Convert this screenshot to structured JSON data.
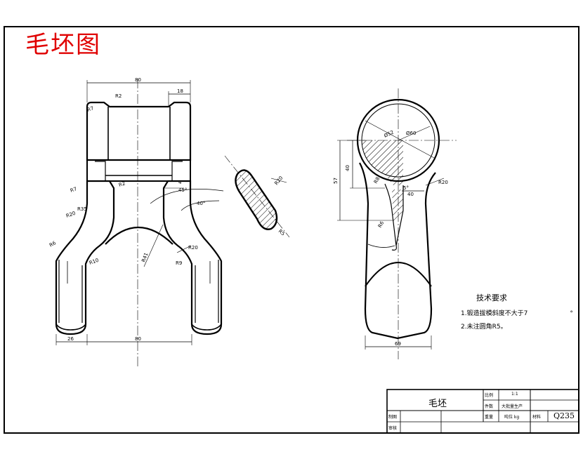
{
  "heading": "毛坯图",
  "dimensions": {
    "top_width": "80",
    "top_right": "18",
    "r2": "R2",
    "r7_top": "R7",
    "r7_left": "R7",
    "r2_inner": "R2",
    "r35": "R35",
    "r20_left": "R20",
    "r6": "R6",
    "r10": "R10",
    "r41": "R41",
    "r20_center": "R20",
    "r9": "R9",
    "four": "4",
    "ang45": "45°",
    "ang40": "40°",
    "bottom_left": "26",
    "bottom_width": "80",
    "r20_section": "R20",
    "r5_section": "R5",
    "d52": "Ø52",
    "d60": "Ø60",
    "h40": "40",
    "h57": "57",
    "r8": "R8",
    "r20_side": "R20",
    "ang5": "5°",
    "w40": "40",
    "r6_side": "R6",
    "w69": "69"
  },
  "tech_requirements": {
    "title": "技术要求",
    "item1": "1.锻造拔模斜度不大于7",
    "item1_unit": "°",
    "item2": "2.未注圆角R5。"
  },
  "title_block": {
    "part_name": "毛坯",
    "scale_label": "比例",
    "scale_value": "1:1",
    "material_label": "件数",
    "material_value": "大批量生产",
    "designer_label": "制图",
    "checker_label": "审核",
    "date_label": "重量",
    "weight_value": "吨位 kg",
    "drawing_no_label": "材料",
    "material_code": "Q235"
  }
}
